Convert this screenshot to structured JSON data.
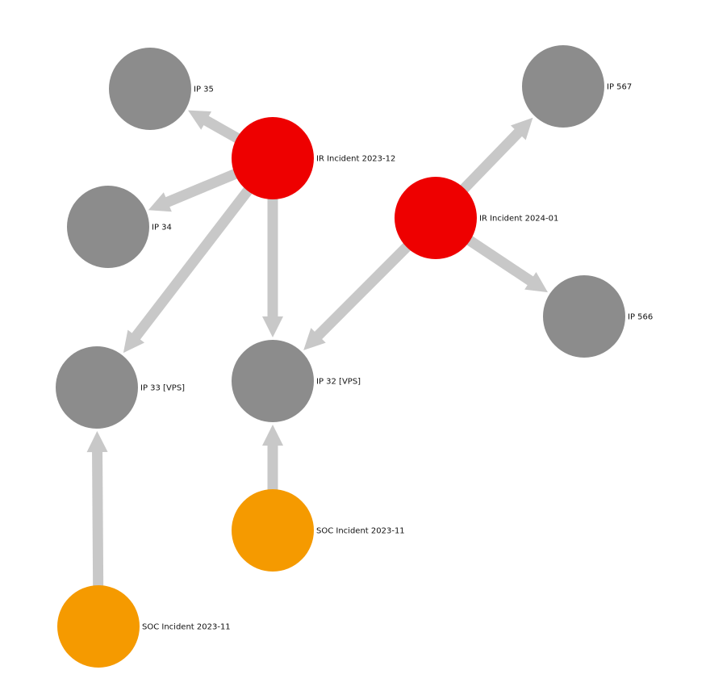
{
  "colors": {
    "ir_incident": "#ee0000",
    "soc_incident": "#f59a00",
    "ip": "#8c8c8c",
    "edge": "#c8c8c8",
    "label": "#111111"
  },
  "nodes": [
    {
      "id": "ir-2023-12",
      "kind": "ir_incident",
      "label": "IR Incident 2023-12"
    },
    {
      "id": "ir-2024-01",
      "kind": "ir_incident",
      "label": "IR Incident 2024-01"
    },
    {
      "id": "ip-35",
      "kind": "ip",
      "label": "IP 35"
    },
    {
      "id": "ip-34",
      "kind": "ip",
      "label": "IP 34"
    },
    {
      "id": "ip-33",
      "kind": "ip",
      "label": "IP 33 [VPS]"
    },
    {
      "id": "ip-32",
      "kind": "ip",
      "label": "IP 32 [VPS]"
    },
    {
      "id": "ip-567",
      "kind": "ip",
      "label": "IP 567"
    },
    {
      "id": "ip-566",
      "kind": "ip",
      "label": "IP 566"
    },
    {
      "id": "soc-a",
      "kind": "soc_incident",
      "label": "SOC Incident 2023-11"
    },
    {
      "id": "soc-b",
      "kind": "soc_incident",
      "label": "SOC Incident 2023-11"
    }
  ],
  "edges": [
    {
      "from": "ir-2023-12",
      "to": "ip-35"
    },
    {
      "from": "ir-2023-12",
      "to": "ip-34"
    },
    {
      "from": "ir-2023-12",
      "to": "ip-33"
    },
    {
      "from": "ir-2023-12",
      "to": "ip-32"
    },
    {
      "from": "ir-2024-01",
      "to": "ip-567"
    },
    {
      "from": "ir-2024-01",
      "to": "ip-566"
    },
    {
      "from": "ir-2024-01",
      "to": "ip-32"
    },
    {
      "from": "soc-a",
      "to": "ip-32"
    },
    {
      "from": "soc-b",
      "to": "ip-33"
    }
  ]
}
